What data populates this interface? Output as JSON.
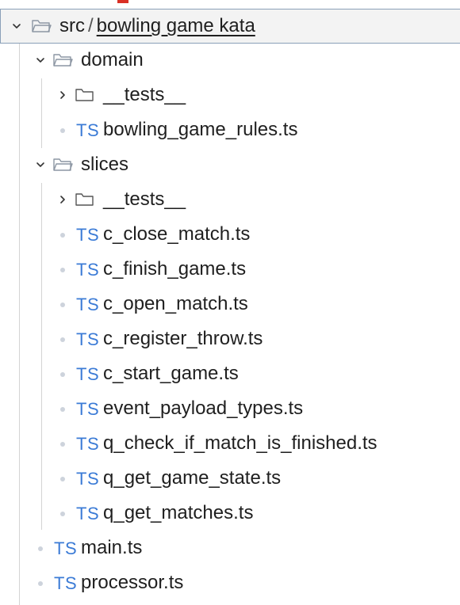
{
  "tree": {
    "root": {
      "segment_src": "src",
      "separator": "/",
      "segment_folder": "bowling game kata",
      "expanded": true
    },
    "domain": {
      "label": "domain",
      "children": {
        "tests_folder": "__tests__",
        "rules_file": "bowling_game_rules.ts"
      }
    },
    "slices": {
      "label": "slices",
      "children": {
        "tests_folder": "__tests__",
        "files": [
          "c_close_match.ts",
          "c_finish_game.ts",
          "c_open_match.ts",
          "c_register_throw.ts",
          "c_start_game.ts",
          "event_payload_types.ts",
          "q_check_if_match_is_finished.ts",
          "q_get_game_state.ts",
          "q_get_matches.ts"
        ]
      }
    },
    "root_files": [
      "main.ts",
      "processor.ts"
    ],
    "file_badge": "TS",
    "colors": {
      "ts_badge": "#3b7bd6",
      "selection_border": "#8aa0b8",
      "selection_bg": "#f3f3f3",
      "text": "#1f1f1f"
    }
  }
}
